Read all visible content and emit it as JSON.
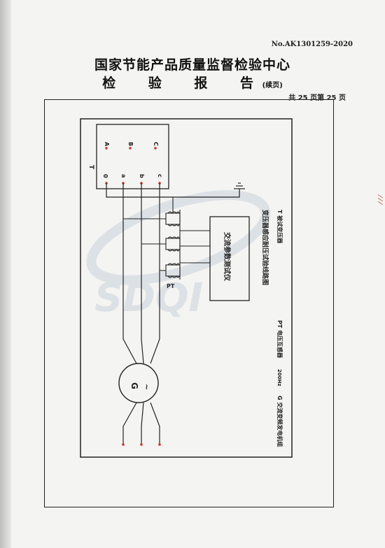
{
  "header": {
    "report_no": "No.AK1301259-2020",
    "center_name": "国家节能产品质量监督检验中心",
    "report_title": "检 验 报 告",
    "continued": "(续页)",
    "page_count": "共 25 页第 25 页"
  },
  "diagram": {
    "transformer_label": "T",
    "terminals_upper": [
      "A",
      "B",
      "C"
    ],
    "terminals_lower": [
      "0",
      "a",
      "b",
      "c"
    ],
    "pt_label": "PT",
    "instrument_label": "交流参数测试仪",
    "generator_label": "G",
    "generator_symbol": "~",
    "caption": "变压器感应耐压试验线路图",
    "legend_g": "G  交流变频发电机组",
    "legend_freq": "200Hz",
    "legend_pt": "PT 电压互感器",
    "legend_t": "T   被试变压器",
    "watermark": "SDQI",
    "colors": {
      "line": "#222222",
      "dot": "#c0392b",
      "watermark": "#c9d3de"
    }
  }
}
